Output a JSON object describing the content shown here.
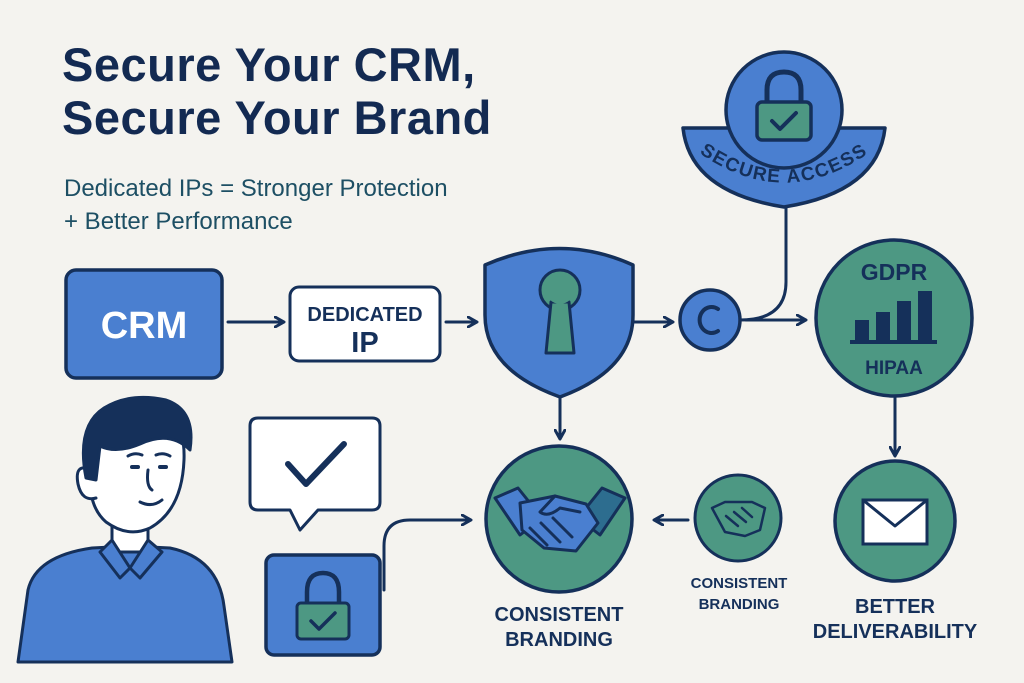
{
  "title": {
    "line1": "Secure Your CRM,",
    "line2": "Secure Your Brand"
  },
  "subtitle": {
    "line1": "Dedicated IPs = Stronger Protection",
    "line2": "+ Better Performance"
  },
  "nodes": {
    "crm": "CRM",
    "dedicated_ip_line1": "DEDICATED",
    "dedicated_ip_line2": "IP",
    "secure_access": "SECURE ACCESS",
    "gdpr": "GDPR",
    "hipaa": "HIPAA",
    "consistent_branding_main_line1": "CONSISTENT",
    "consistent_branding_main_line2": "BRANDING",
    "consistent_branding_small_line1": "CONSISTENT",
    "consistent_branding_small_line2": "BRANDING",
    "better_deliverability_line1": "BETTER",
    "better_deliverability_line2": "DELIVERABILITY"
  },
  "icons": {
    "shield": "shield-keyhole-icon",
    "padlock_badge": "padlock-check-icon",
    "node_c": "copyright-circle-icon",
    "compliance": "bar-chart-icon",
    "handshake": "handshake-icon",
    "envelope": "envelope-icon",
    "chat": "chat-check-icon",
    "lock_box": "lock-icon",
    "person": "person-avatar"
  },
  "colors": {
    "navy": "#132a52",
    "blue": "#4a7fd0",
    "teal": "#4d9883",
    "background": "#f4f3ef"
  }
}
